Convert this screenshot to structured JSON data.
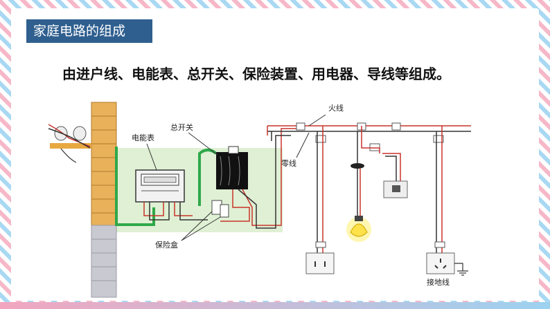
{
  "slide": {
    "title": "家庭电路的组成",
    "subtitle": "由进户线、电能表、总开关、保险装置、用电器、导线等组成。"
  },
  "diagram": {
    "labels": {
      "meter": "电能表",
      "main_switch": "总开关",
      "live_wire": "火线",
      "neutral_wire": "零线",
      "fuse_box": "保险盒",
      "ground_wire": "接地线"
    },
    "colors": {
      "live": "#c8322a",
      "neutral": "#333333",
      "green_wire": "#2fa84a",
      "brick": "#e8b15a",
      "title_bg": "#2f5f8f"
    }
  }
}
